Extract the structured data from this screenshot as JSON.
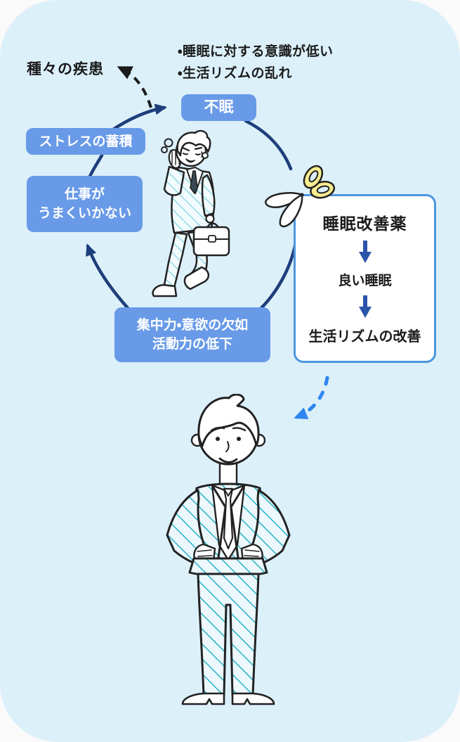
{
  "colors": {
    "page_bg": "#fafafa",
    "card_bg": "#dcf0fa",
    "label_bg": "#689ae8",
    "label_text": "#ffffff",
    "cycle_arrow_navy": "#1d3e7a",
    "dashed_arrow_black": "#1b1b1b",
    "dashed_arrow_blue": "#2e86ef",
    "remedy_box_border": "#4d96e0",
    "remedy_box_bg": "#ffffff",
    "remedy_arrow": "#2b55a8",
    "text_dark": "#1b1b1b",
    "suit_stripe_teal": "#26b2c7",
    "suit_stripe_cyan": "#7ad2e2",
    "scissors_yellow": "#f8ec8e"
  },
  "cycle": {
    "diseases_label": "種々の疾患",
    "notes": [
      "・睡眠に対する意識が低い",
      "・生活リズムの乱れ"
    ],
    "insomnia": "不眠",
    "stress": "ストレスの蓄積",
    "work": {
      "line1": "仕事が",
      "line2": "うまくいかない"
    },
    "focus": {
      "line1": "集中力・意欲の欠如",
      "line2": "活動力の低下"
    }
  },
  "remedy": {
    "step1": "睡眠改善薬",
    "step2": "良い睡眠",
    "step3": "生活リズムの改善"
  },
  "icons": {
    "scissors": "scissors-icon",
    "down_arrow": "down-arrow-icon",
    "cycle_arrows": "cycle-arrow-lines",
    "dashed_to_diseases": "dashed-arrow-to-diseases",
    "dashed_to_man": "dashed-arrow-to-man"
  }
}
